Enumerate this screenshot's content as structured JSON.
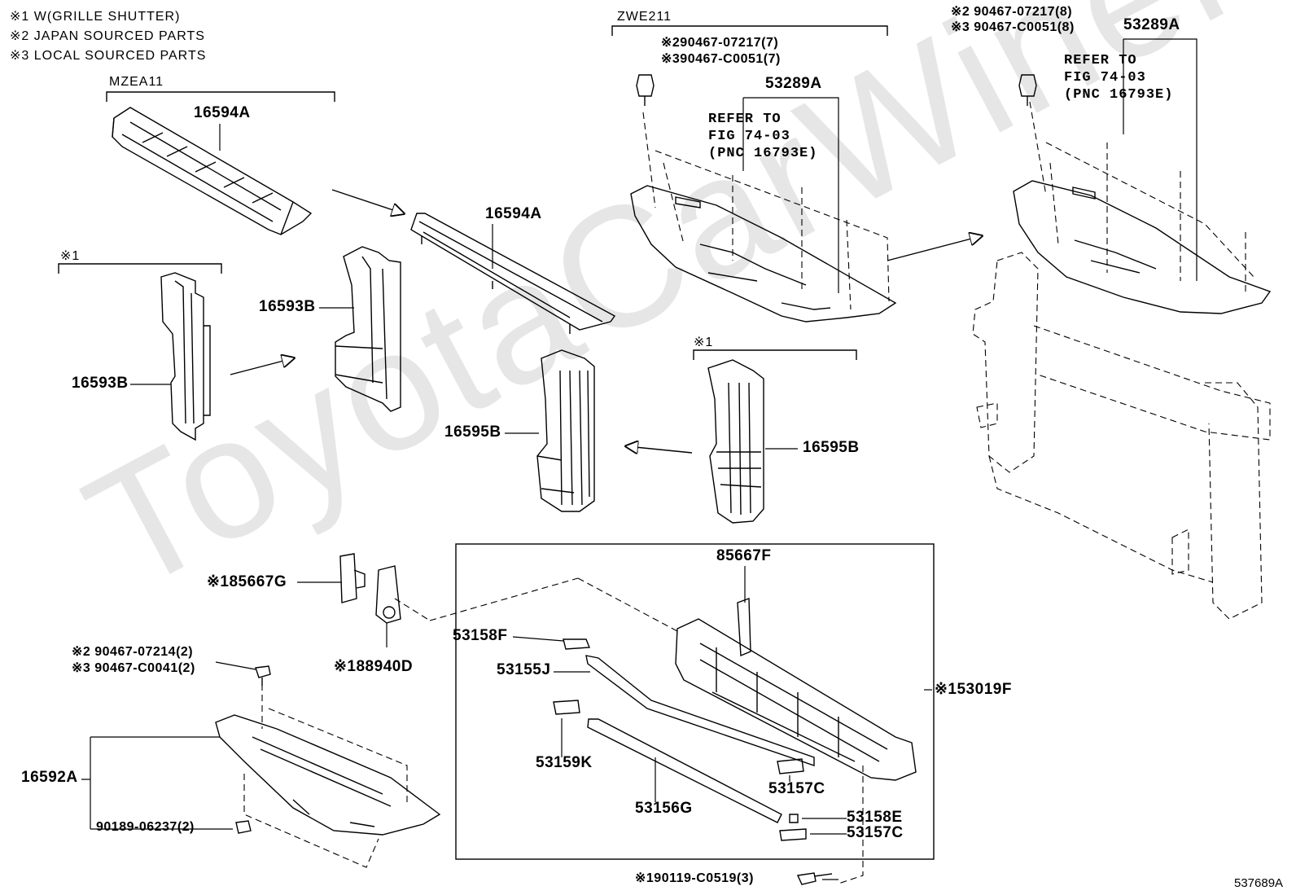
{
  "legend": {
    "note1": "※1 W(GRILLE SHUTTER)",
    "note2": "※2  JAPAN SOURCED PARTS",
    "note3": "※3  LOCAL SOURCED PARTS"
  },
  "groups": {
    "mzea11": "MZEA11",
    "zwe211": "ZWE211",
    "note1_left": "※1",
    "note1_right": "※1"
  },
  "parts": {
    "p16594A_left": "16594A",
    "p16594A_mid": "16594A",
    "p16593B_left": "16593B",
    "p16593B_mid": "16593B",
    "p16595B_mid": "16595B",
    "p16595B_right": "16595B",
    "p53289A_mid": "53289A",
    "p53289A_right": "53289A",
    "p85667G": "※185667G",
    "p88940D": "※188940D",
    "p85667F": "85667F",
    "p53158F": "53158F",
    "p53155J": "53155J",
    "p53019F": "※153019F",
    "p53159K": "53159K",
    "p53156G": "53156G",
    "p53157C_a": "53157C",
    "p53158E": "53158E",
    "p53157C_b": "53157C",
    "p16592A": "16592A",
    "p90189": "90189-06237(2)",
    "p90119": "※190119-C0519(3)"
  },
  "fasteners": {
    "mid_a": "※290467-07217(7)",
    "mid_b": "※390467-C0051(7)",
    "right_a": "※2 90467-07217(8)",
    "right_b": "※3 90467-C0051(8)",
    "left_a": "※2 90467-07214(2)",
    "left_b": "※3 90467-C0041(2)"
  },
  "refer": {
    "mid": [
      "REFER TO",
      "FIG 74-03",
      "(PNC 16793E)"
    ],
    "right": [
      "REFER TO",
      "FIG 74-03",
      "(PNC 16793E)"
    ]
  },
  "figure_id": "537689A",
  "watermark": "ToyotaCarWiner.ru"
}
